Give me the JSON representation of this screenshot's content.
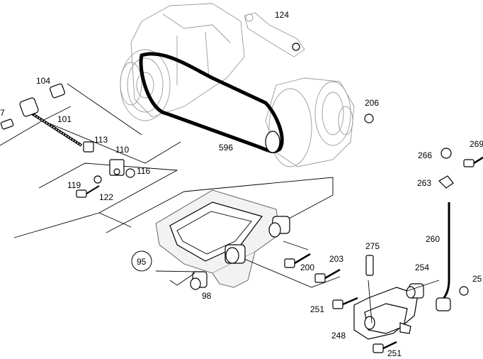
{
  "callouts": {
    "c7": "7",
    "c104": "104",
    "c101": "101",
    "c113": "113",
    "c110": "110",
    "c116": "116",
    "c119": "119",
    "c122": "122",
    "c95": "95",
    "c98": "98",
    "c124": "124",
    "c596": "596",
    "c206": "206",
    "c266": "266",
    "c269": "269",
    "c263": "263",
    "c260": "260",
    "c275": "275",
    "c203": "203",
    "c200": "200",
    "c254": "254",
    "c25": "25",
    "c251a": "251",
    "c248": "248",
    "c251b": "251"
  }
}
